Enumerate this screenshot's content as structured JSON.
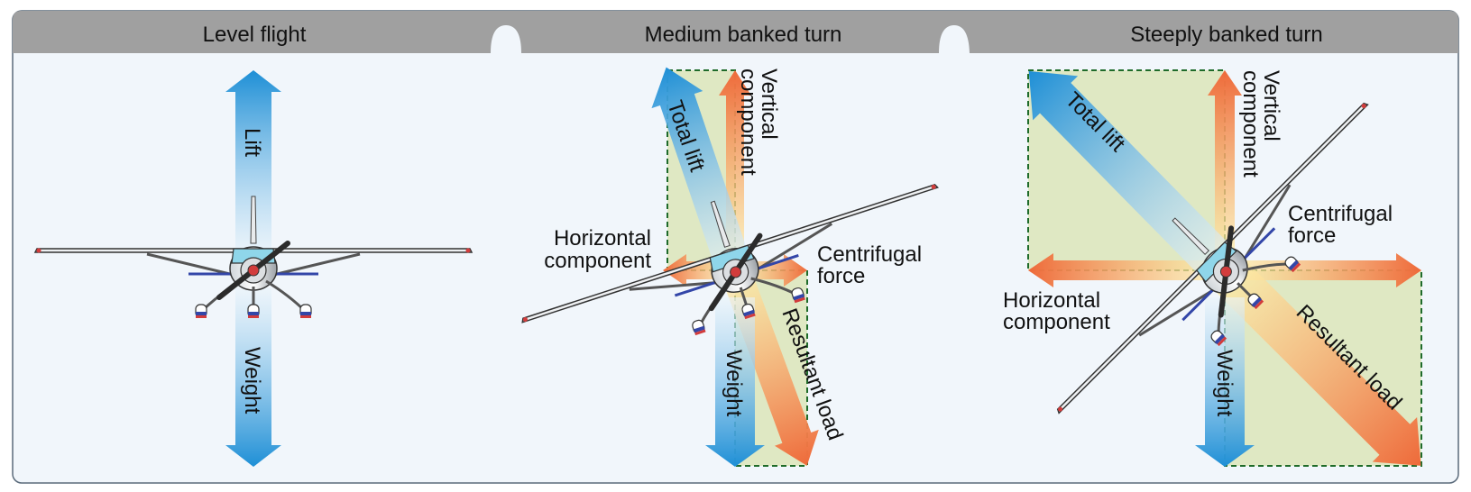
{
  "panels": [
    {
      "title": "Level flight",
      "labels": {
        "lift": "Lift",
        "weight": "Weight"
      }
    },
    {
      "title": "Medium banked turn",
      "labels": {
        "total_lift": "Total lift",
        "vertical_1": "Vertical",
        "vertical_2": "component",
        "horizontal_1": "Horizontal",
        "horizontal_2": "component",
        "centrifugal_1": "Centrifugal",
        "centrifugal_2": "force",
        "weight": "Weight",
        "resultant": "Resultant load"
      }
    },
    {
      "title": "Steeply banked turn",
      "labels": {
        "total_lift": "Total lift",
        "vertical_1": "Vertical",
        "vertical_2": "component",
        "horizontal_1": "Horizontal",
        "horizontal_2": "component",
        "centrifugal_1": "Centrifugal",
        "centrifugal_2": "force",
        "weight": "Weight",
        "resultant": "Resultant load"
      }
    }
  ],
  "colors": {
    "header": "#a0a0a0",
    "panel_bg": "#f1f6fb",
    "border": "#5a6a7a",
    "lift_blue": "#1e8fd6",
    "warm_orange": "#ee6a3a",
    "warm_yellow": "#fff0a8",
    "parallelogram_fill": "#dfe8c3",
    "dash_green": "#1f6b2a"
  }
}
